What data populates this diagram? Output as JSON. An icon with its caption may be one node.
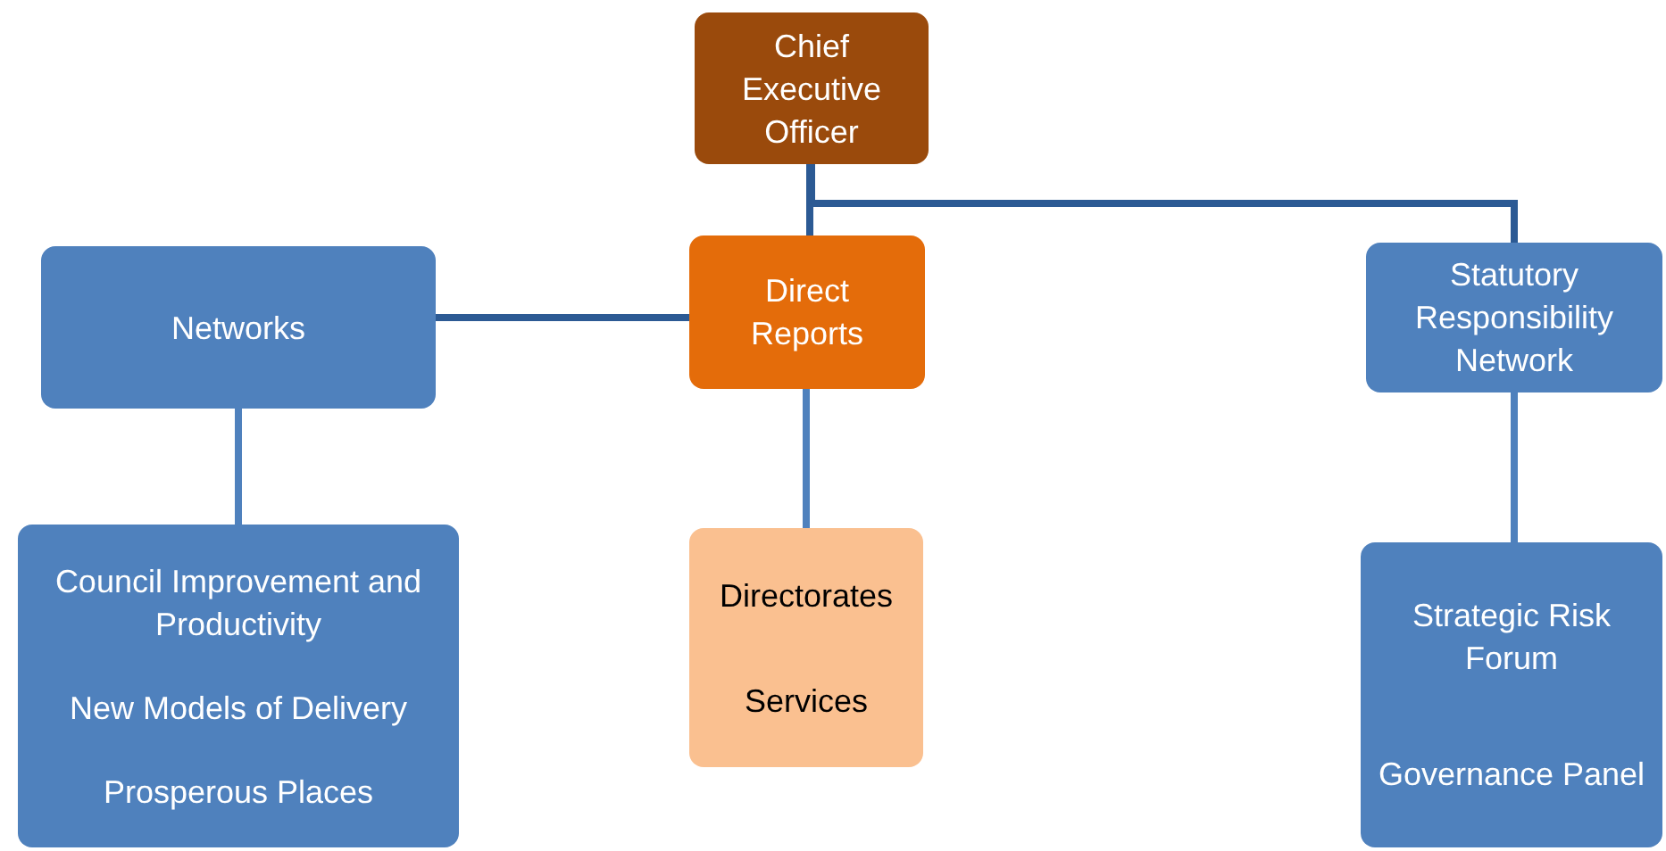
{
  "diagram": {
    "nodes": [
      {
        "text": [
          "Chief Executive Officer"
        ]
      },
      {
        "text": [
          "Networks"
        ]
      },
      {
        "text": [
          "Direct Reports"
        ]
      },
      {
        "text": [
          "Statutory Responsibility Network"
        ]
      },
      {
        "text": [
          "Council Improvement and Productivity",
          "New Models of Delivery",
          "Prosperous Places"
        ]
      },
      {
        "text": [
          "Directorates",
          "Services"
        ]
      },
      {
        "text": [
          "Strategic Risk Forum",
          "Governance Panel"
        ]
      }
    ],
    "edges": [
      {
        "from": 0,
        "to": 2,
        "arrow": "none"
      },
      {
        "from": 0,
        "to": 3,
        "arrow": "none"
      },
      {
        "from": 2,
        "to": 1,
        "arrow": "none"
      },
      {
        "from": 1,
        "to": 4,
        "arrow": "none",
        "color": "#4f81bd"
      },
      {
        "from": 2,
        "to": 5,
        "arrow": "none",
        "color": "#4f81bd"
      },
      {
        "from": 3,
        "to": 6,
        "arrow": "none",
        "color": "#4f81bd"
      }
    ]
  }
}
